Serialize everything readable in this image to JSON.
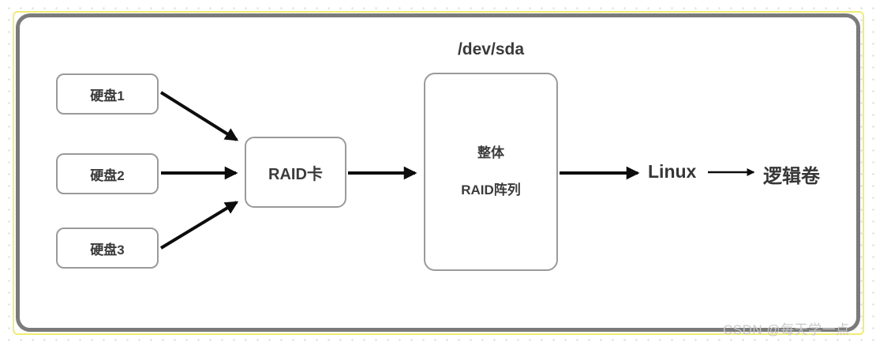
{
  "diagram": {
    "title": "/dev/sda",
    "nodes": {
      "disk1": {
        "label": "硬盘1"
      },
      "disk2": {
        "label": "硬盘2"
      },
      "disk3": {
        "label": "硬盘3"
      },
      "raid_card": {
        "label": "RAID卡"
      },
      "raid_array": {
        "line1": "整体",
        "line2": "RAID阵列"
      },
      "linux": {
        "label": "Linux"
      },
      "logical_volume": {
        "label": "逻辑卷"
      }
    },
    "edges": [
      {
        "from": "硬盘1",
        "to": "RAID卡"
      },
      {
        "from": "硬盘2",
        "to": "RAID卡"
      },
      {
        "from": "硬盘3",
        "to": "RAID卡"
      },
      {
        "from": "RAID卡",
        "to": "整体RAID阵列"
      },
      {
        "from": "整体RAID阵列",
        "to": "Linux"
      },
      {
        "from": "Linux",
        "to": "逻辑卷"
      }
    ],
    "colors": {
      "outer_border_yellow": "#f0ec75",
      "inner_border_gray": "#7b7b7b",
      "node_border": "#9a9a9a",
      "text": "#3b3b3b",
      "arrow": "#0d0d0d",
      "watermark": "#c6c6c6",
      "dot_grid": "#dcdcdc",
      "background": "#ffffff"
    },
    "watermark": "CSDN @每天学一点"
  }
}
